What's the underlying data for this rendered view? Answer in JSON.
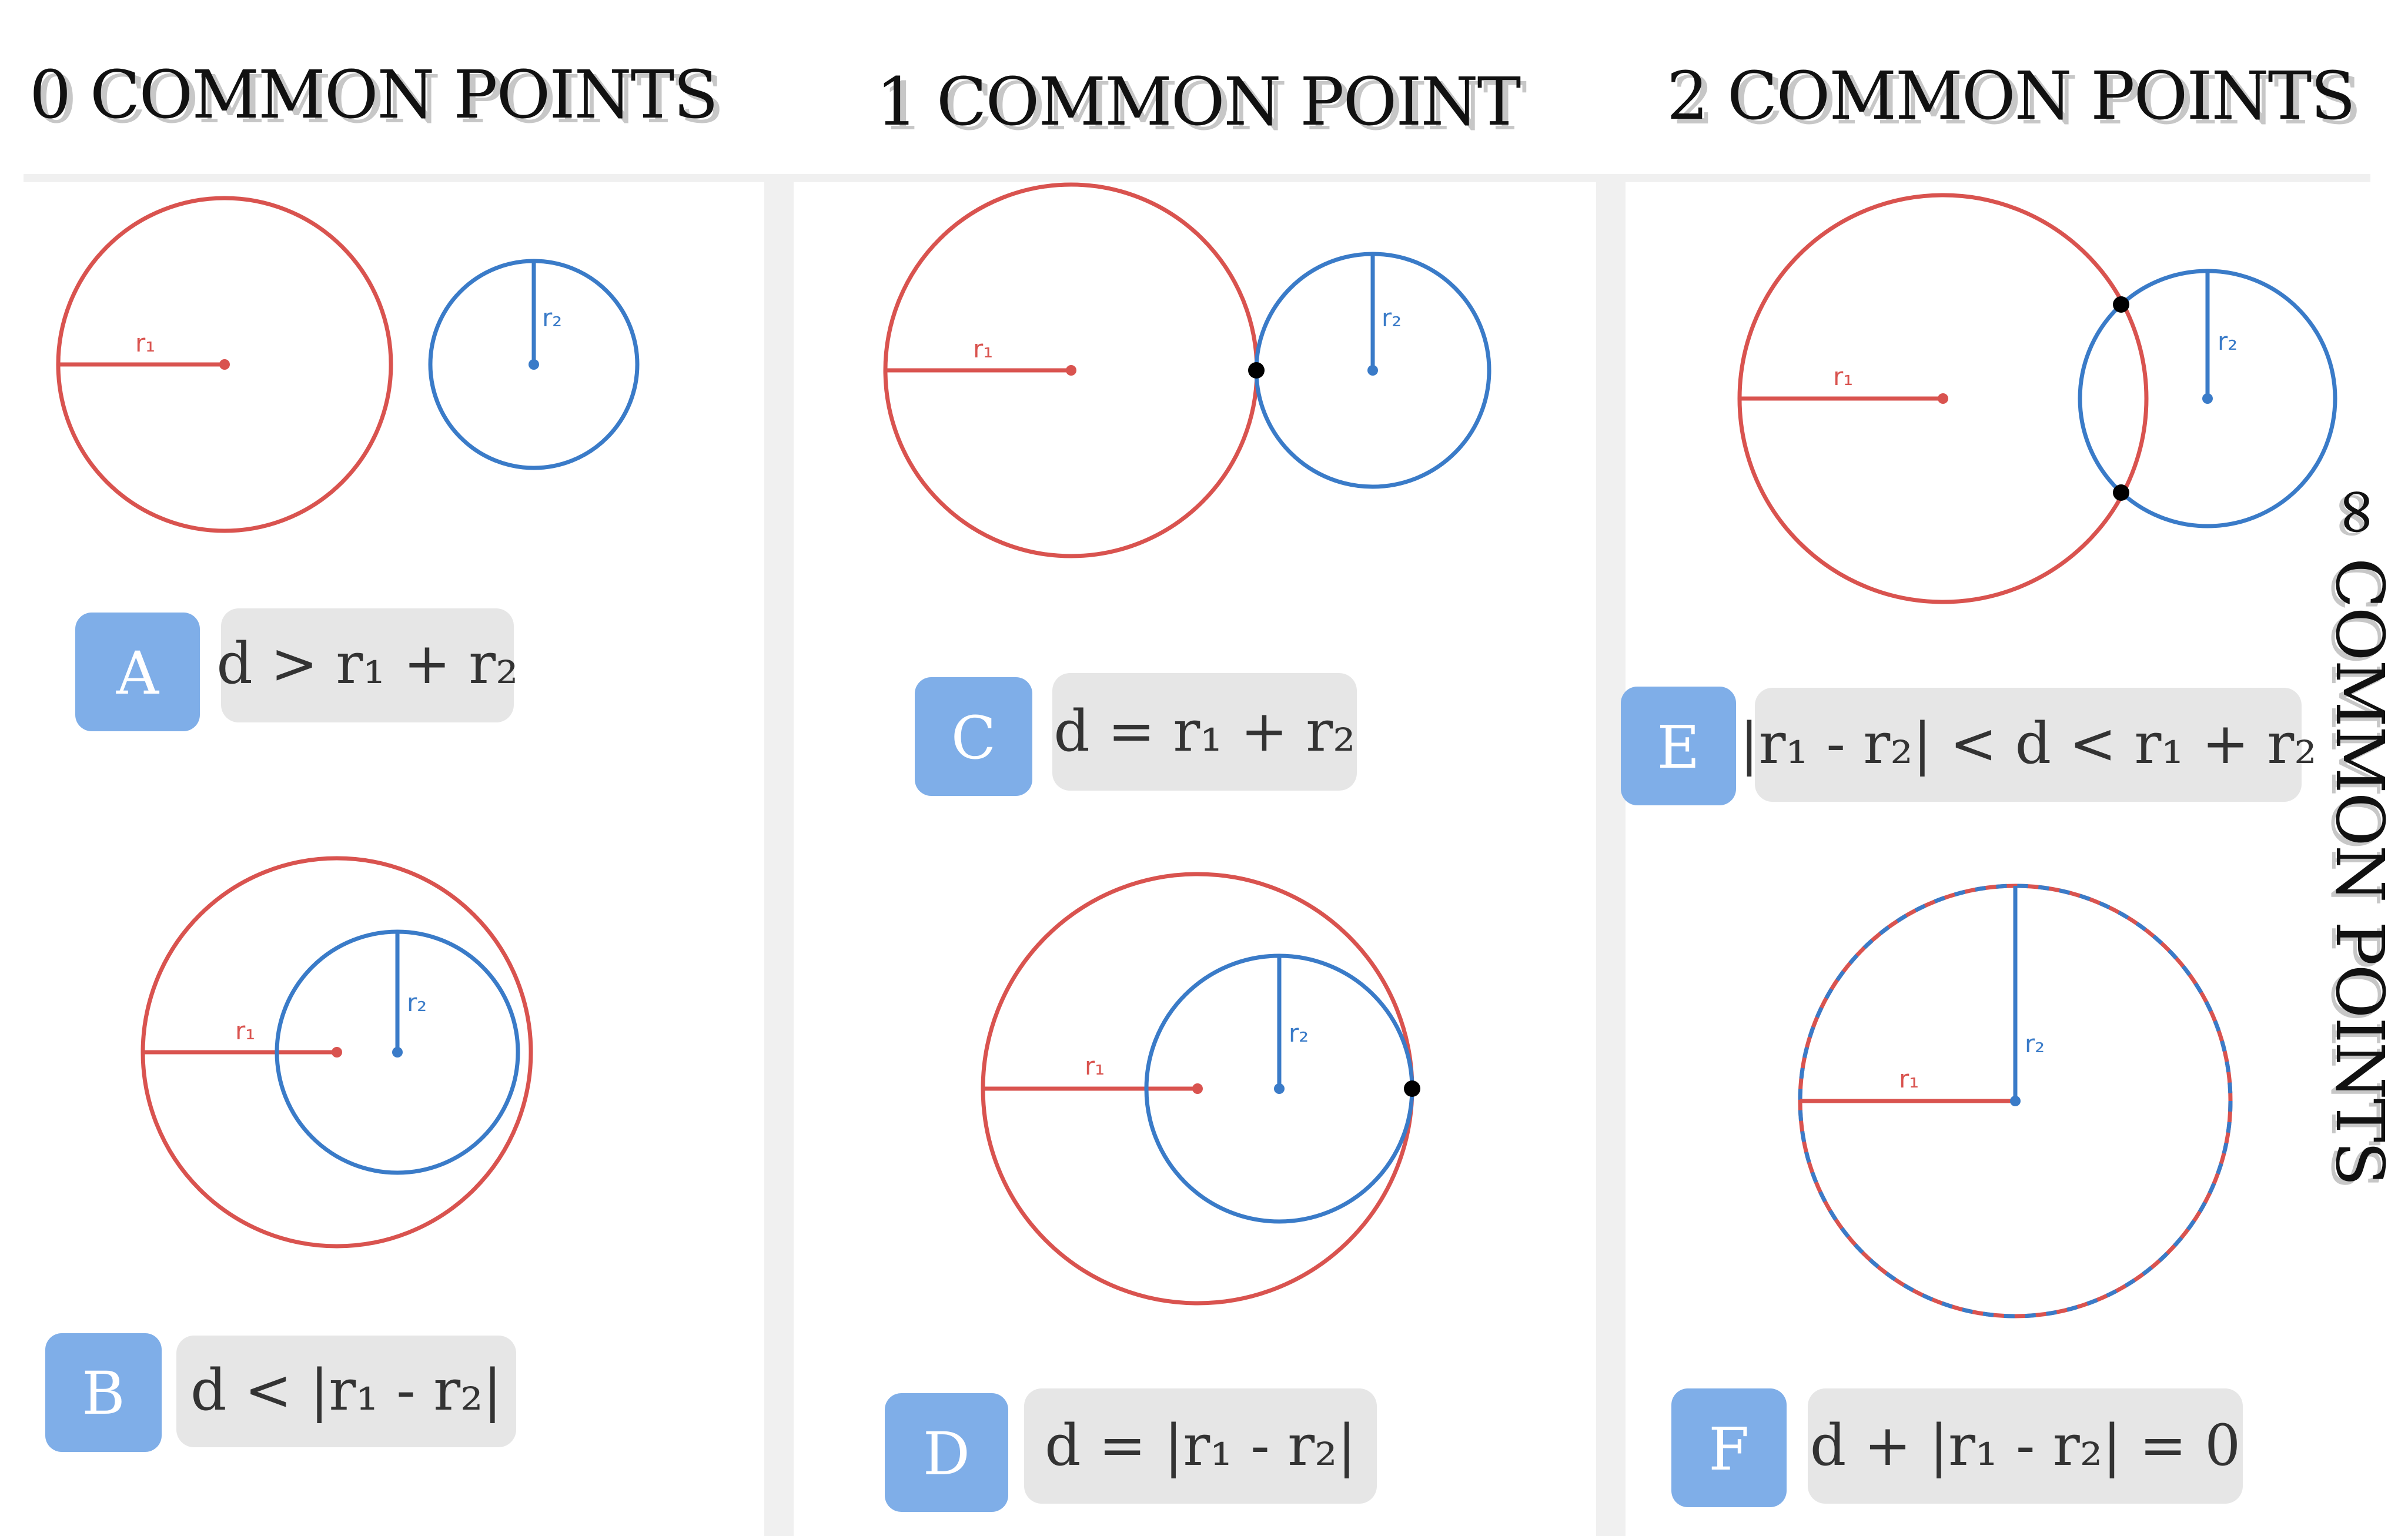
{
  "colors": {
    "red_circle": "#d9534f",
    "blue_circle": "#3a7bc8",
    "badge": "#7faee8",
    "formula_box": "#e6e6e6",
    "divider": "#f0f0f0",
    "point": "#000000"
  },
  "headings": {
    "zero": "0 COMMON POINTS",
    "one": "1 COMMON POINT",
    "two": "2 COMMON POINTS",
    "infinite": "∞ COMMON POINTS"
  },
  "radius_labels": {
    "r1": "r₁",
    "r2": "r₂"
  },
  "cases": [
    {
      "letter": "A",
      "formula": "d > r₁ + r₂"
    },
    {
      "letter": "B",
      "formula": "d < |r₁ - r₂|"
    },
    {
      "letter": "C",
      "formula": "d = r₁ + r₂"
    },
    {
      "letter": "D",
      "formula": "d = |r₁ - r₂|"
    },
    {
      "letter": "E",
      "formula": "|r₁ - r₂| < d < r₁ + r₂"
    },
    {
      "letter": "F",
      "formula": "d + |r₁ - r₂| = 0"
    }
  ]
}
